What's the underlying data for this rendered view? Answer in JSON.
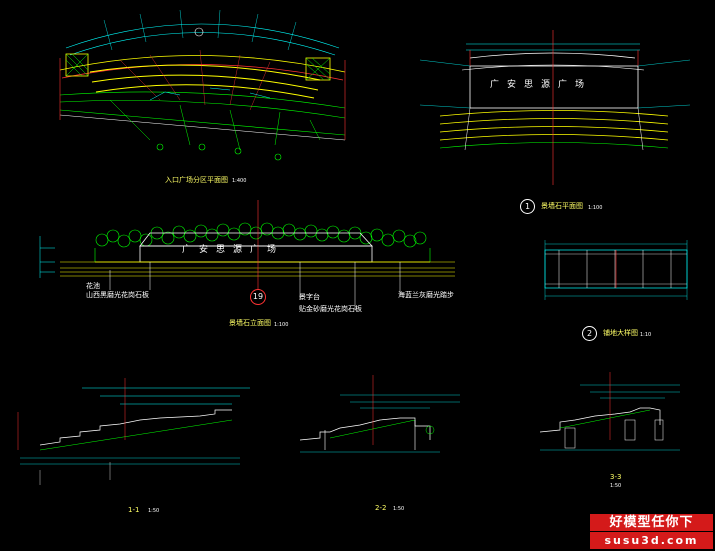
{
  "drawings": {
    "plan_entrance": {
      "title": "入口广场分区平面图",
      "scale": "1:400"
    },
    "plan_wall": {
      "number": "1",
      "title": "景墙石平面图",
      "scale": "1:100"
    },
    "elevation": {
      "number": "19",
      "title": "景墙石立面图",
      "scale": "1:100",
      "sign": "广安思源广场",
      "notes": [
        "花池",
        "山西黑磨光花岗石板",
        "景字台",
        "贴金砂磨光花岗石板",
        "海蓝兰灰磨光踏步"
      ]
    },
    "detail_2": {
      "number": "2",
      "title": "铺地大样图",
      "scale": "1:10"
    },
    "section_1": {
      "title": "1-1",
      "scale": "1:50"
    },
    "section_2": {
      "title": "2-2",
      "scale": "1:50"
    },
    "section_3": {
      "title": "3-3",
      "scale": "1:50"
    }
  },
  "watermark": {
    "line1": "好模型任你下",
    "line2": "susu3d.com"
  },
  "colors": {
    "background": "#000000",
    "line": "#00ff00",
    "dim": "#00ffff",
    "accent": "#ff3333",
    "highlight": "#ffff00",
    "text": "#ffffff",
    "watermark": "#d41a1a"
  }
}
